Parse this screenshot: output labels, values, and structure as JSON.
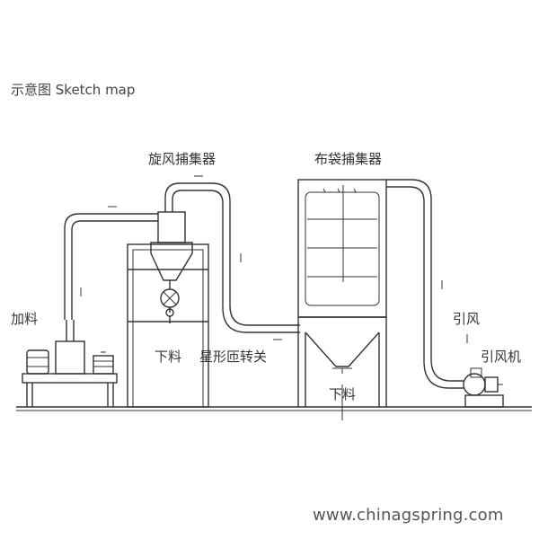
{
  "title": "示意图 Sketch map",
  "labels": {
    "cyclone": "旋风捕集器",
    "bag_filter": "布袋捕集器",
    "feed": "加料",
    "discharge_left": "下料",
    "star_valve": "星形匝转关",
    "discharge_right": "下料",
    "induced_air": "引风",
    "fan": "引风机"
  },
  "watermark": "www.chinagspring.com"
}
